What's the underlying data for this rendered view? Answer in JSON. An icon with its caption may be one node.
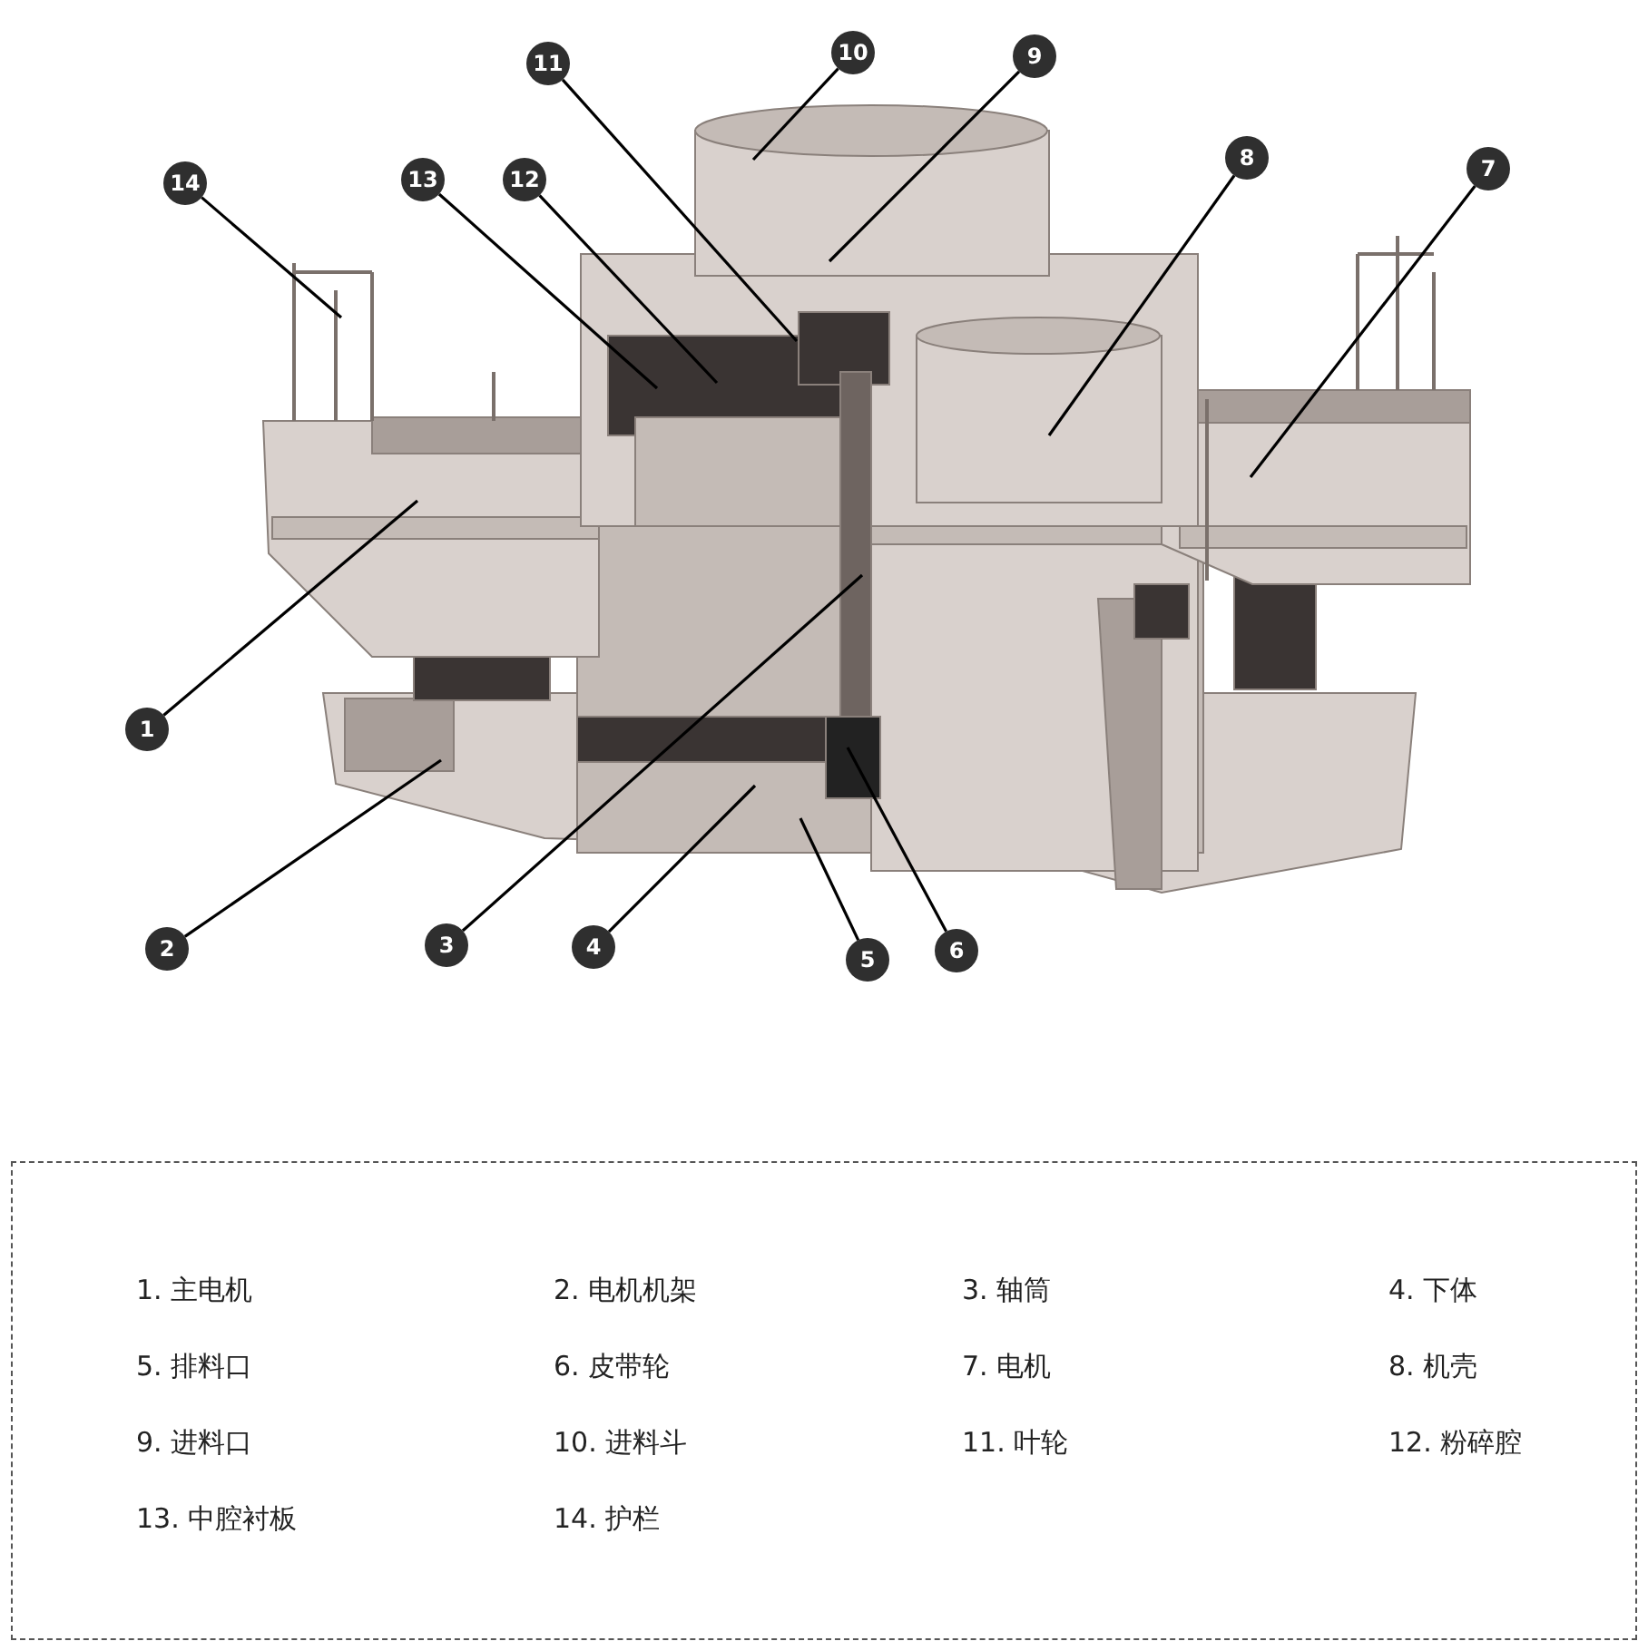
{
  "diagram": {
    "nodes": [
      {
        "text": [
          "1"
        ]
      },
      {
        "text": [
          "2"
        ]
      },
      {
        "text": [
          "3"
        ]
      },
      {
        "text": [
          "4"
        ]
      },
      {
        "text": [
          "5"
        ]
      },
      {
        "text": [
          "6"
        ]
      },
      {
        "text": [
          "7"
        ]
      },
      {
        "text": [
          "8"
        ]
      },
      {
        "text": [
          "9"
        ]
      },
      {
        "text": [
          "10"
        ]
      },
      {
        "text": [
          "11"
        ]
      },
      {
        "text": [
          "12"
        ]
      },
      {
        "text": [
          "13"
        ]
      },
      {
        "text": [
          "14"
        ]
      }
    ],
    "edges": [
      {
        "from": 0,
        "to": null,
        "arrow": "none"
      },
      {
        "from": 1,
        "to": null,
        "arrow": "none"
      },
      {
        "from": 2,
        "to": null,
        "arrow": "none"
      },
      {
        "from": 3,
        "to": null,
        "arrow": "none"
      },
      {
        "from": 4,
        "to": null,
        "arrow": "none"
      },
      {
        "from": 5,
        "to": null,
        "arrow": "none"
      },
      {
        "from": 6,
        "to": null,
        "arrow": "none"
      },
      {
        "from": 7,
        "to": null,
        "arrow": "none"
      },
      {
        "from": 8,
        "to": null,
        "arrow": "none"
      },
      {
        "from": 9,
        "to": null,
        "arrow": "none"
      },
      {
        "from": 10,
        "to": null,
        "arrow": "none"
      },
      {
        "from": 11,
        "to": null,
        "arrow": "none"
      },
      {
        "from": 12,
        "to": null,
        "arrow": "none"
      },
      {
        "from": 13,
        "to": null,
        "arrow": "none"
      }
    ],
    "labels": [
      "1. 主电机",
      "2. 电机机架",
      "3. 轴筒",
      "4. 下体",
      "5. 排料口",
      "6. 皮带轮",
      "7. 电机",
      "8. 机壳",
      "9. 进料口",
      "10. 进料斗",
      "11. 叶轮",
      "12. 粉碎腔",
      "13. 中腔衬板",
      "14. 护栏"
    ]
  }
}
